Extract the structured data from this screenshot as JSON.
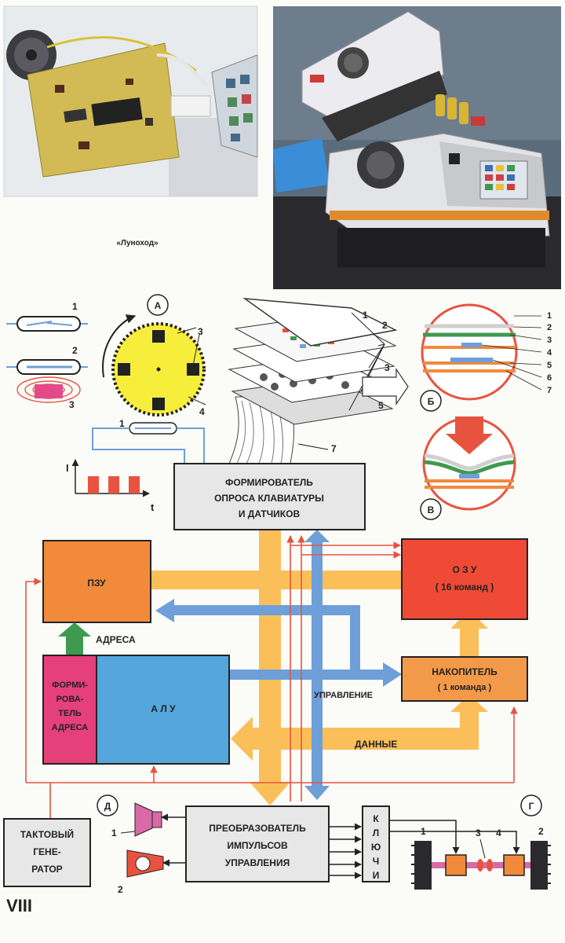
{
  "photo_caption": "«Луноход»",
  "page_number": "VIII",
  "callouts": {
    "A": "А",
    "B": "Б",
    "V": "В",
    "G": "Г",
    "D": "Д"
  },
  "reed_labels": [
    "1",
    "2",
    "3"
  ],
  "wheel_labels": [
    "1",
    "3",
    "4"
  ],
  "keyboard_labels": [
    "1",
    "2",
    "3",
    "5",
    "7"
  ],
  "layer_labels": [
    "1",
    "2",
    "3",
    "4",
    "5",
    "6",
    "7"
  ],
  "graph": {
    "y_axis": "I",
    "x_axis": "t"
  },
  "blocks": {
    "scanner": [
      "ФОРМИРОВАТЕЛЬ",
      "ОПРОСА КЛАВИАТУРЫ",
      "И ДАТЧИКОВ"
    ],
    "rom": "ПЗУ",
    "ram": [
      "О З У",
      "( 16 команд )"
    ],
    "accumulator": [
      "НАКОПИТЕЛЬ",
      "( 1 команда )"
    ],
    "address_former": [
      "ФОРМИ-",
      "РОВА-",
      "ТЕЛЬ",
      "АДРЕСА"
    ],
    "alu": "А Л У",
    "clock": [
      "ТАКТОВЫЙ",
      "ГЕНЕ-",
      "РАТОР"
    ],
    "converter": [
      "ПРЕОБРАЗОВАТЕЛЬ",
      "ИМПУЛЬСОВ",
      "УПРАВЛЕНИЯ"
    ],
    "keys": [
      "К",
      "Л",
      "Ю",
      "Ч",
      "И"
    ]
  },
  "bus_labels": {
    "address": "АДРЕСА",
    "control": "УПРАВЛЕНИЕ",
    "data": "ДАННЫЕ"
  },
  "outputs_labels": [
    "1",
    "2"
  ],
  "drive_labels": [
    "1",
    "2",
    "3",
    "4"
  ],
  "colors": {
    "data_bus": "#fbbf59",
    "control_bus": "#6e9fd9",
    "signal": "#e8533f",
    "rom": "#f28a3b",
    "ram": "#ee4a35",
    "accumulator": "#f39a4a",
    "alu": "#55a6dc",
    "address_former": "#e6407a",
    "address_arrow": "#3f9a4f",
    "gray_block": "#e7e7e7"
  }
}
